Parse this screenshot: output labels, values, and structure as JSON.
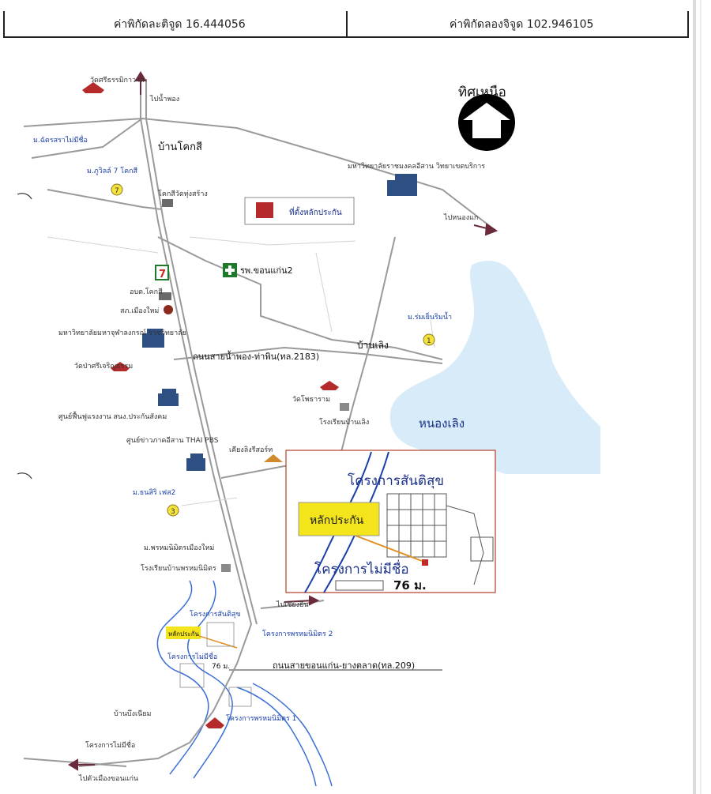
{
  "header": {
    "latitude": "ค่าพิกัดละติจูด 16.444056",
    "longitude": "ค่าพิกัดลองจิจูด 102.946105"
  },
  "north_label": "ทิศเหนือ",
  "legend_label": "ที่ตั้งหลักประกัน",
  "labels": {
    "temple_top": "วัดศรีธรรมิกาวาส",
    "to_nampong": "ไปน้ำพอง",
    "village_chatsra": "ม.ฉัตรสราไม่มีชื่อ",
    "ban_kokki": "บ้านโคกสี",
    "villa_kokki": "ม.ภูวิลล์ 7 โคกสี",
    "kokki_temple": "โคกสีวัดทุ่งสร้าง",
    "rmu": "มหาวิทยาลัยราชมงคลอีสาน วิทยาเขตบริการ",
    "to_nongkae": "ไปหนองแก",
    "hospital": "รพ.ขอนแก่น2",
    "seven_eleven": "7",
    "obt_kokki": "อบต.โคกสี",
    "police": "สภ.เมืองใหม่",
    "mcu": "มหาวิทยาลัยมหาจุฬาลงกรณ์ ราชวิทยาลัย",
    "village_romyen": "ม.ร่มเย็นริมน้ำ",
    "ban_loeng": "บ้านเลิง",
    "road_2183": "ถนนสายน้ำพอง-ท่าพิน(ทล.2183)",
    "wat_pasri": "วัดป่าศรีเจริญธรรม",
    "wat_phothi": "วัดโพธาราม",
    "center_rehab": "ศูนย์ฟื้นฟูแรงงาน สนง.ประกันสังคม",
    "school_loeng": "โรงเรียนบ้านเลิง",
    "nong_loeng": "หนองเลิง",
    "thaipbs": "ศูนย์ข่าวภาคอีสาน THAI PBS",
    "resort": "เคียงลิงรีสอร์ท",
    "village_thanasiri": "ม.ธนสิริ เฟส2",
    "village_phrommit": "ม.พรหมนิมิตรเมืองใหม่",
    "school_phrommit": "โรงเรียนบ้านพรหมนิมิตร",
    "to_chiangyuen": "ไปเชียงยืน",
    "project_santisuk_small": "โครงการสันติสุข",
    "collateral_small": "หลักประกัน",
    "project_phrommit2": "โครงการพรหมนิมิตร 2",
    "project_noname_small": "โครงการไม่มีชื่อ",
    "dist_small": "76 ม.",
    "road_209": "ถนนสายขอนแก่น-ยางตลาด(ทล.209)",
    "project_phrommit1": "โครงการพรหมนิมิตร 1",
    "ban_buanium": "บ้านบึงเนียม",
    "project_noname_bottom": "โครงการไม่มีชื่อ",
    "to_khonkaen": "ไปตัวเมืองขอนแก่น",
    "ban_numbers": [
      "7",
      "1",
      "3"
    ]
  },
  "inset": {
    "project_santisuk": "โครงการสันติสุข",
    "collateral": "หลักประกัน",
    "project_noname": "โครงการไม่มีชื่อ",
    "distance": "76 ม."
  }
}
